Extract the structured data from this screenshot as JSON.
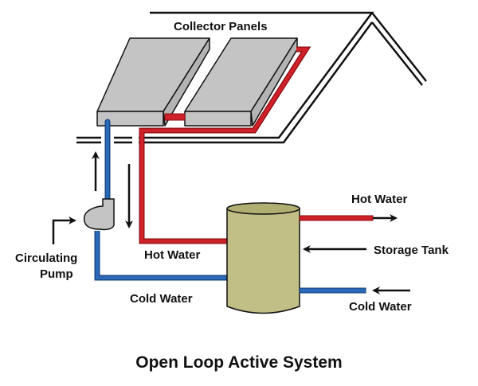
{
  "title": "Open Loop Active System",
  "labels": {
    "collector_panels": "Collector Panels",
    "circulating_pump_line1": "Circulating",
    "circulating_pump_line2": "Pump",
    "hot_water_to_tank": "Hot Water",
    "cold_water_from_tank": "Cold Water",
    "hot_water_out": "Hot Water",
    "storage_tank": "Storage Tank",
    "cold_water_in": "Cold Water"
  },
  "colors": {
    "hot_pipe": "#d0202a",
    "cold_pipe": "#2a68b8",
    "panel": "#c4c4c4",
    "panel_side": "#b4b4b4",
    "tank": "#c1bf86",
    "tank_top": "#b0ae70",
    "pump": "#c4c4c4",
    "outline": "#111111"
  },
  "components": [
    {
      "name": "collector-panel",
      "count": 2
    },
    {
      "name": "circulating-pump"
    },
    {
      "name": "storage-tank"
    },
    {
      "name": "roof"
    }
  ]
}
